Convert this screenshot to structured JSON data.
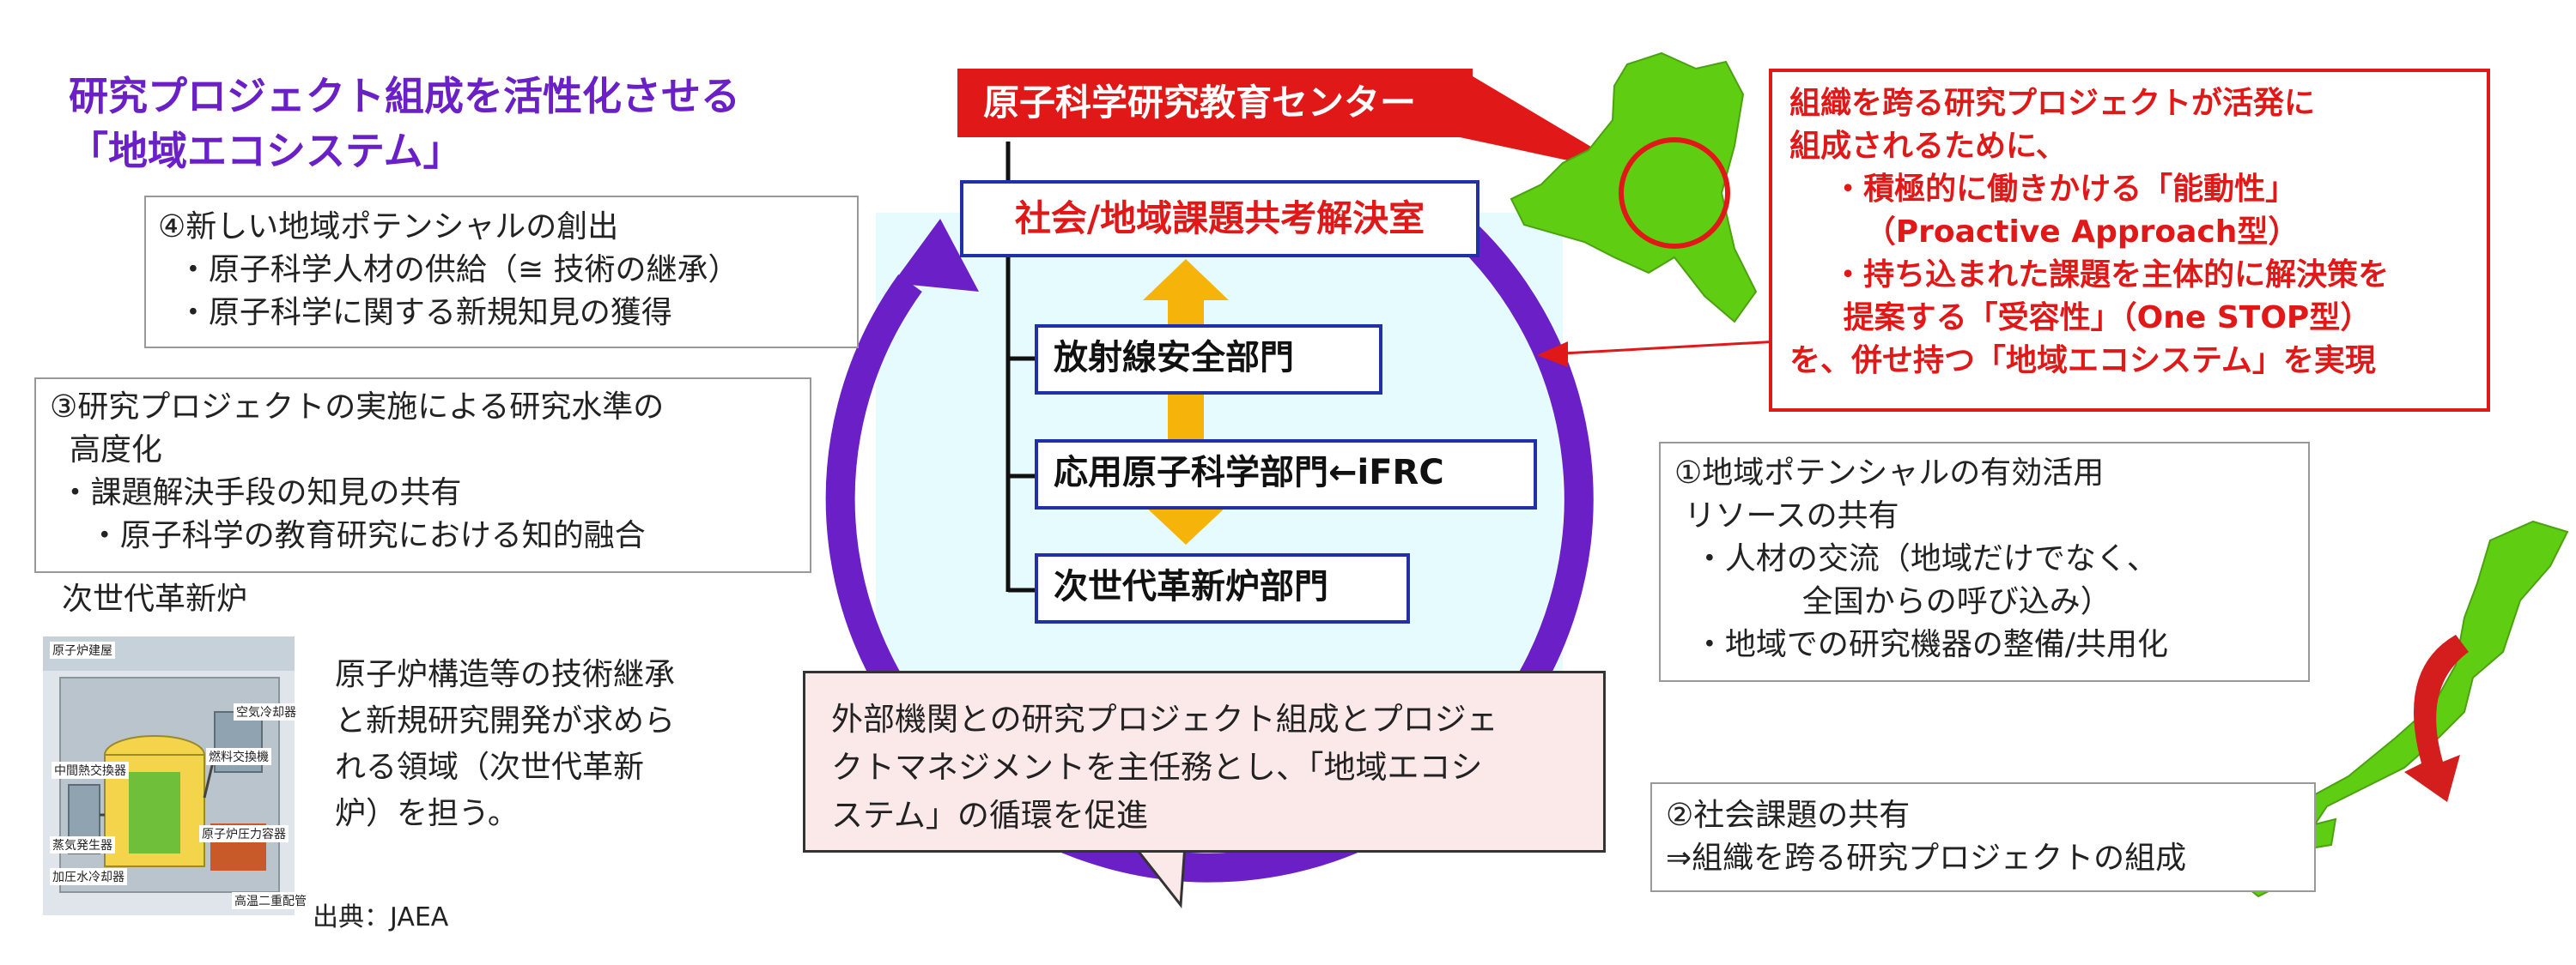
{
  "title": "研究プロジェクト組成を活性化させる\n「地域エコシステム」",
  "center": {
    "top_label": "原子科学研究教育センター",
    "office": "社会/地域課題共考解決室",
    "departments": [
      "放射線安全部門",
      "応用原子科学部門←iFRC",
      "次世代革新炉部門"
    ]
  },
  "box4": {
    "text": "④新しい地域ポテンシャルの創出\n  ・原子科学人材の供給（≅ 技術の継承）\n  ・原子科学に関する新規知見の獲得"
  },
  "box3": {
    "text": "③研究プロジェクトの実施による研究水準の\n  高度化\n ・課題解決手段の知見の共有\n    ・原子科学の教育研究における知的融合"
  },
  "box1": {
    "text": "①地域ポテンシャルの有効活用\n リソースの共有\n  ・人材の交流（地域だけでなく、\n             全国からの呼び込み）\n  ・地域での研究機器の整備/共用化"
  },
  "box2": {
    "text": "②社会課題の共有\n⇒組織を跨る研究プロジェクトの組成"
  },
  "red_note": {
    "text": "組織を跨る研究プロジェクトが活発に\n組成されるために、\n    ・積極的に働きかける「能動性」\n       （Proactive Approach型）\n    ・持ち込まれた課題を主体的に解決策を\n     提案する「受容性」（One STOP型）\nを、併せ持つ「地域エコシステム」を実現"
  },
  "speech_bubble": {
    "text": "外部機関との研究プロジェクト組成とプロジェ\nクトマネジメントを主任務とし、「地域エコシ\nステム」の循環を促進"
  },
  "reactor": {
    "heading": "次世代革新炉",
    "description": "原子炉構造等の技術継承\nと新規研究開発が求めら\nれる領域（次世代革新\n炉）を担う。",
    "source": "出典：JAEA",
    "image_labels": [
      "原子炉建屋",
      "空気冷却器",
      "中間熱交換器",
      "燃料交換機",
      "原子炉圧力容器",
      "蒸気発生器",
      "加圧水冷却器",
      "高温二重配管"
    ]
  },
  "colors": {
    "purple": "#6a1fc7",
    "red": "#e11818",
    "navy": "#2230a8",
    "green": "#5fce12",
    "orange": "#f6b40b",
    "light_cyan": "#e6fbfd",
    "speech_pink": "#fbe9ea"
  }
}
